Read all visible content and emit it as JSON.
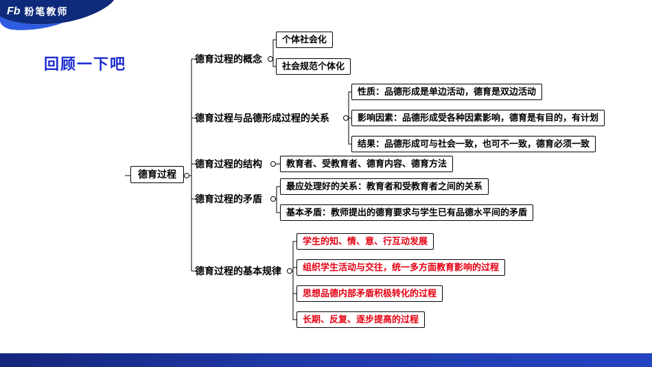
{
  "brand": {
    "logo_mark": "Fb",
    "logo_name": "粉笔教师"
  },
  "title": "回顾一下吧",
  "mindmap": {
    "root": "德育过程",
    "branches": [
      {
        "label": "德育过程的概念",
        "children": [
          {
            "text": "个体社会化"
          },
          {
            "text": "社会规范个体化"
          }
        ]
      },
      {
        "label": "德育过程与品德形成过程的关系",
        "children": [
          {
            "text": "性质：品德形成是单边活动，德育是双边活动"
          },
          {
            "text": "影响因素：品德形成受各种因素影响，德育是有目的，有计划"
          },
          {
            "text": "结果：品德形成可与社会一致，也可不一致，德育必须一致"
          }
        ]
      },
      {
        "label": "德育过程的结构",
        "children": [
          {
            "text": "教育者、受教育者、德育内容、德育方法"
          }
        ]
      },
      {
        "label": "德育过程的矛盾",
        "children": [
          {
            "text": "最应处理好的关系：教育者和受教育者之间的关系"
          },
          {
            "text": "基本矛盾：教师提出的德育要求与学生已有品德水平间的矛盾"
          }
        ]
      },
      {
        "label": "德育过程的基本规律",
        "children": [
          {
            "text": "学生的知、情、意、行互动发展",
            "highlight": true
          },
          {
            "text": "组织学生活动与交往，统一多方面教育影响的过程",
            "highlight": true
          },
          {
            "text": "思想品德内部矛盾积极转化的过程",
            "highlight": true
          },
          {
            "text": "长期、反复、逐步提高的过程",
            "highlight": true
          }
        ]
      }
    ]
  },
  "colors": {
    "accent_blue": "#1b2bd0",
    "highlight_red": "#e60012",
    "footer_blue": "#1f3aa8",
    "header_navy": "#0e2a7a",
    "header_light_blue": "#2e5be0"
  }
}
